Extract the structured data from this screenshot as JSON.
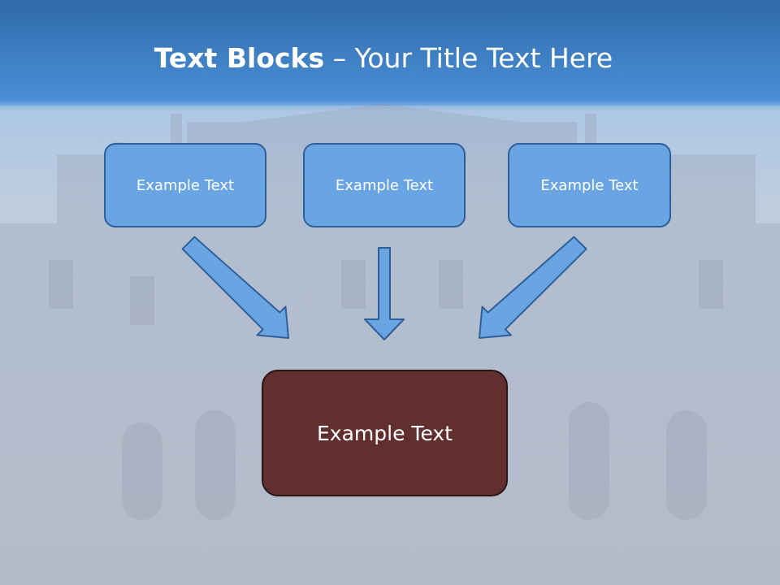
{
  "title": {
    "bold": "Text Blocks",
    "rest": " – Your Title Text Here"
  },
  "boxes": [
    {
      "label": "Example Text"
    },
    {
      "label": "Example Text"
    },
    {
      "label": "Example Text"
    }
  ],
  "main_box": {
    "label": "Example Text"
  },
  "colors": {
    "top_band": "#3a78bd",
    "box_fill": "#6aa5e3",
    "box_border": "#2f5f99",
    "main_fill": "#622f2f",
    "arrow_fill": "#6aa5e3"
  }
}
